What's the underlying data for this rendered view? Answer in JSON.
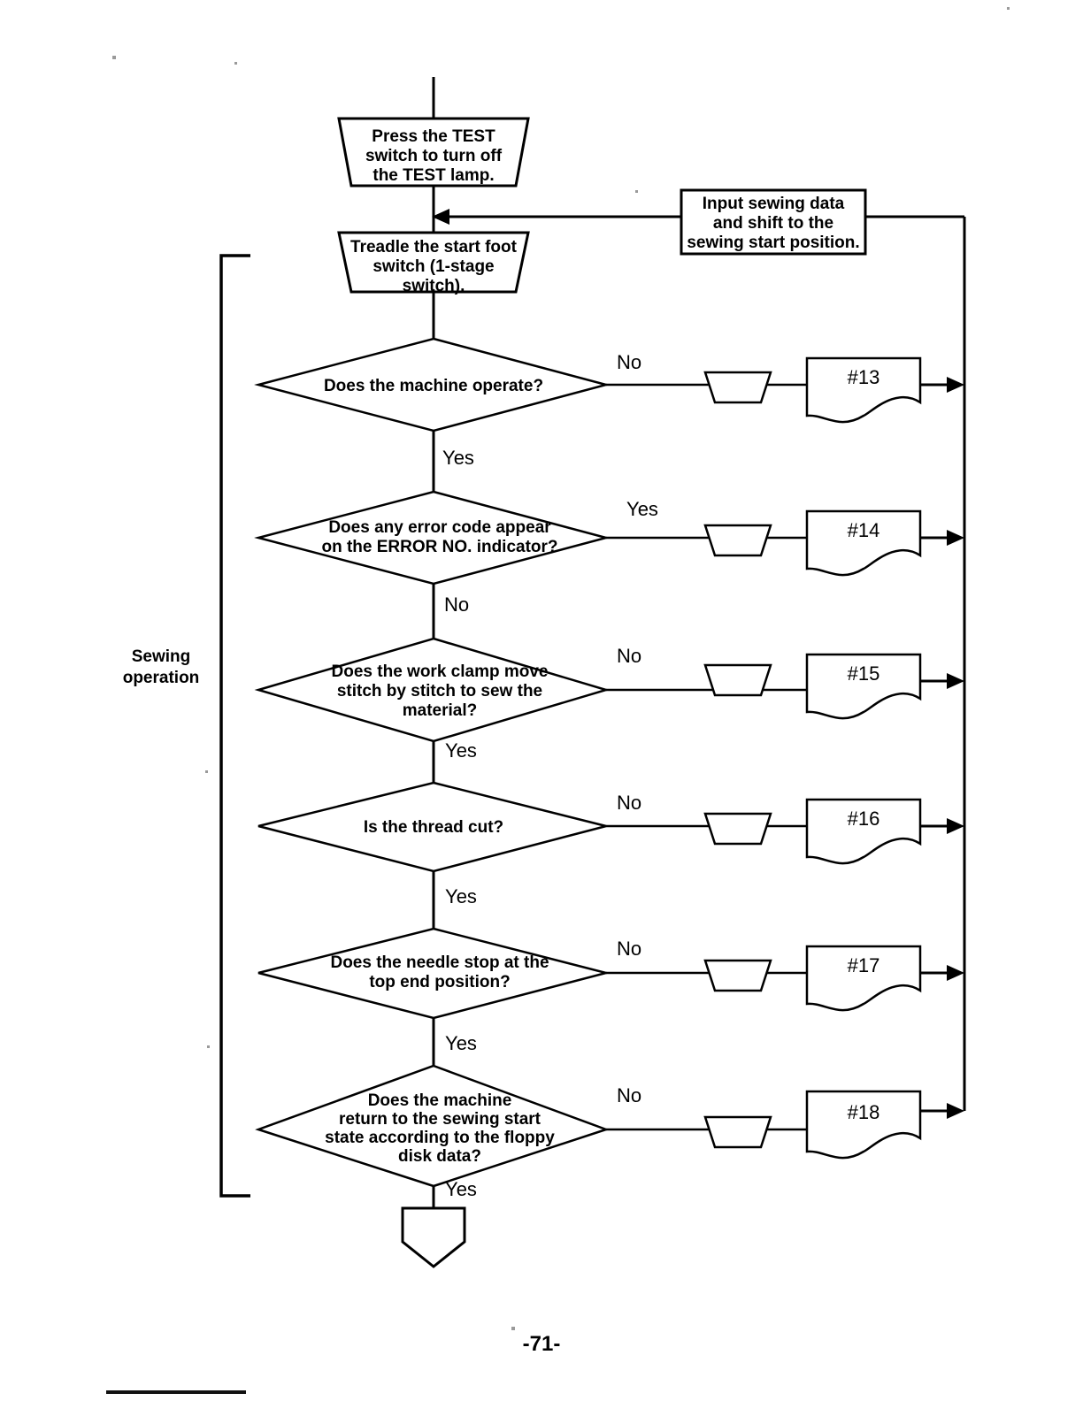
{
  "page": {
    "number": "-71-",
    "group_label_line1": "Sewing",
    "group_label_line2": "operation"
  },
  "chart_data": {
    "type": "diagram",
    "title": "Sewing operation troubleshooting flowchart",
    "nodes": [
      {
        "id": "n1",
        "kind": "manual-operation-trapezoid",
        "lines": [
          "Press the TEST",
          "switch to turn off",
          "the TEST lamp."
        ]
      },
      {
        "id": "n2",
        "kind": "manual-operation-trapezoid",
        "lines": [
          "Treadle the start foot",
          "switch (1-stage",
          "switch)."
        ]
      },
      {
        "id": "n3",
        "kind": "process-rectangle",
        "lines": [
          "Input sewing data",
          "and shift to the",
          "sewing start position."
        ]
      },
      {
        "id": "d1",
        "kind": "decision-diamond",
        "lines": [
          "Does the machine operate?"
        ],
        "branch_side": "No",
        "branch_down": "Yes",
        "ref": "#13"
      },
      {
        "id": "d2",
        "kind": "decision-diamond",
        "lines": [
          "Does any error code appear",
          "on the ERROR NO. indicator?"
        ],
        "branch_side": "Yes",
        "branch_down": "No",
        "ref": "#14"
      },
      {
        "id": "d3",
        "kind": "decision-diamond",
        "lines": [
          "Does the work clamp move",
          "stitch by stitch to sew the",
          "material?"
        ],
        "branch_side": "No",
        "branch_down": "Yes",
        "ref": "#15"
      },
      {
        "id": "d4",
        "kind": "decision-diamond",
        "lines": [
          "Is the thread cut?"
        ],
        "branch_side": "No",
        "branch_down": "Yes",
        "ref": "#16"
      },
      {
        "id": "d5",
        "kind": "decision-diamond",
        "lines": [
          "Does the needle stop at the",
          "top end position?"
        ],
        "branch_side": "No",
        "branch_down": "Yes",
        "ref": "#17"
      },
      {
        "id": "d6",
        "kind": "decision-diamond",
        "lines": [
          "Does the machine",
          "return to the sewing start",
          "state according to the floppy",
          "disk  data?"
        ],
        "branch_side": "No",
        "branch_down": "Yes",
        "ref": "#18"
      },
      {
        "id": "end",
        "kind": "terminator-pentagon",
        "lines": []
      }
    ],
    "references": [
      "#13",
      "#14",
      "#15",
      "#16",
      "#17",
      "#18"
    ],
    "branch_labels": [
      "No",
      "Yes",
      "Yes",
      "No",
      "No",
      "Yes",
      "No",
      "Yes",
      "No",
      "Yes",
      "No",
      "Yes"
    ]
  },
  "colors": {
    "ink": "#000000",
    "paper": "#ffffff"
  }
}
